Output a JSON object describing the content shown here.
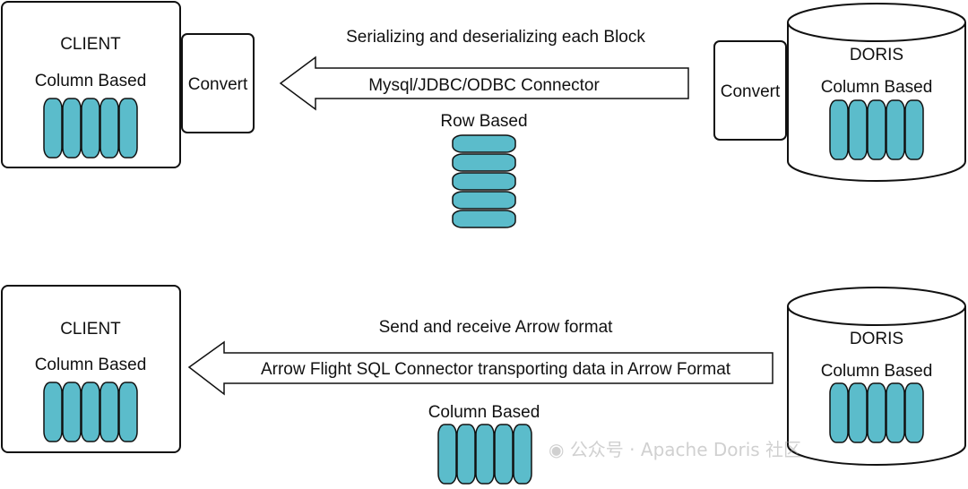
{
  "colors": {
    "stroke": "#111111",
    "cell_fill": "#5bbccb",
    "arrow_fill": "#ffffff",
    "background": "#ffffff"
  },
  "top": {
    "client": {
      "title": "CLIENT",
      "subtitle": "Column Based"
    },
    "client_convert": "Convert",
    "arrow_caption": "Serializing and deserializing each Block",
    "arrow_label": "Mysql/JDBC/ODBC Connector",
    "transfer_label": "Row Based",
    "doris_convert": "Convert",
    "doris": {
      "title": "DORIS",
      "subtitle": "Column Based"
    }
  },
  "bottom": {
    "client": {
      "title": "CLIENT",
      "subtitle": "Column Based"
    },
    "arrow_caption": "Send and receive Arrow format",
    "arrow_label": "Arrow Flight SQL Connector transporting data in Arrow Format",
    "transfer_label": "Column Based",
    "doris": {
      "title": "DORIS",
      "subtitle": "Column Based"
    }
  },
  "watermark": "公众号 · Apache Doris 社区",
  "icons": {
    "client_box": "rectangle",
    "doris_db": "cylinder-database-icon",
    "column_cells": "column-store-icon",
    "row_cells": "row-store-icon",
    "arrow": "left-arrow-icon",
    "watermark_icon": "wechat-icon"
  }
}
